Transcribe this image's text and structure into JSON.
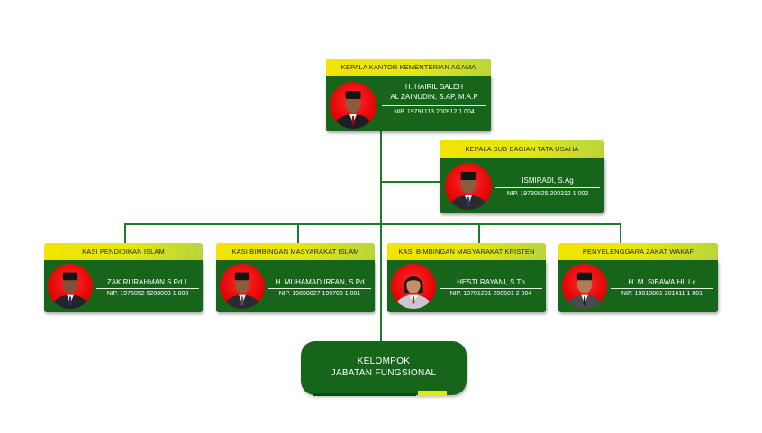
{
  "head": {
    "title": "KEPALA KANTOR  KEMENTERIAN AGAMA",
    "name_line1": "H. HAIRIL SALEH",
    "name_line2": "AL ZAINUDIN, S.AP, M.A.P",
    "nip": "NIP. 19791113 200912 1 004"
  },
  "sub": {
    "title": "KEPALA SUB BAGIAN TATA USAHA",
    "name": "ISMIRADI, S.Ag",
    "nip": "NIP. 19730825 200312 1 002"
  },
  "units": [
    {
      "title": "KASI PENDIDIKAN ISLAM",
      "name": "ZAKIRURAHMAN S.Pd.I.",
      "nip": "NIP. 1975052 5200003 1 003"
    },
    {
      "title": "KASI BIMBINGAN MASYARAKAT ISLAM",
      "name": "H. MUHAMAD IRFAN, S.Pd",
      "nip": "NIP. 19690827 199703 1 001"
    },
    {
      "title": "KASI BIMBINGAN MASYARAKAT KRISTEN",
      "name": "HESTI RAYANI, S.Th",
      "nip": "NIP. 19701201 200501 2 004"
    },
    {
      "title": "PENYELENGGARA ZAKAT WAKAF",
      "name": "H. M. SIBAWAIHI, Lc",
      "nip": "NIP.  19810801 201411 1 001"
    }
  ],
  "group": {
    "line1": "KELOMPOK",
    "line2": "JABATAN FUNGSIONAL"
  },
  "colors": {
    "card": "#17641b",
    "header": "#e3e617",
    "connector": "#1f7a2a",
    "photo_bg": "#e00000"
  }
}
